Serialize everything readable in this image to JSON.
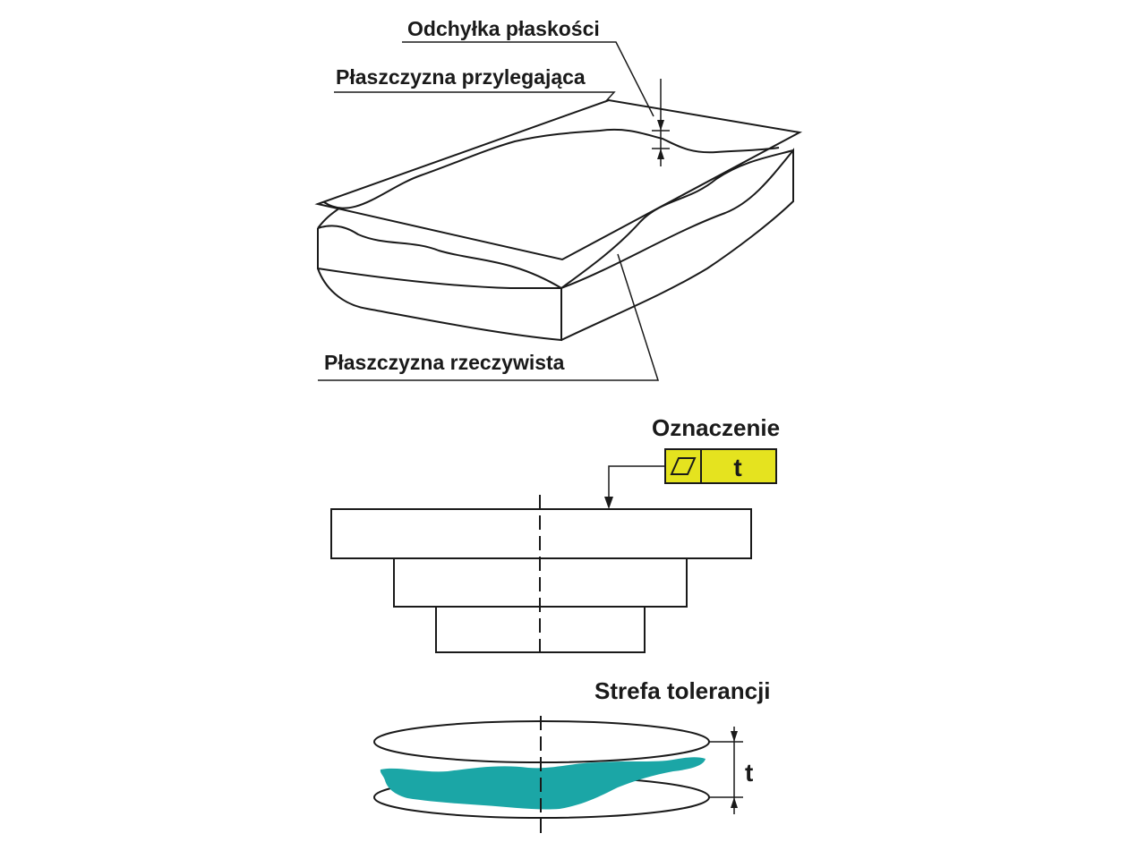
{
  "labels": {
    "flatness_deviation": "Odchyłka płaskości",
    "adjacent_plane": "Płaszczyzna przylegająca",
    "actual_plane": "Płaszczyzna rzeczywista",
    "designation": "Oznaczenie",
    "tolerance_zone": "Strefa tolerancji",
    "tolerance_symbol": "t",
    "dimension_symbol": "t"
  },
  "colors": {
    "frame_fill": "#e5e31f",
    "zone_fill": "#1ba6a6",
    "line": "#1a1a1a"
  },
  "icons": {
    "flatness_symbol": "parallelogram-icon"
  }
}
